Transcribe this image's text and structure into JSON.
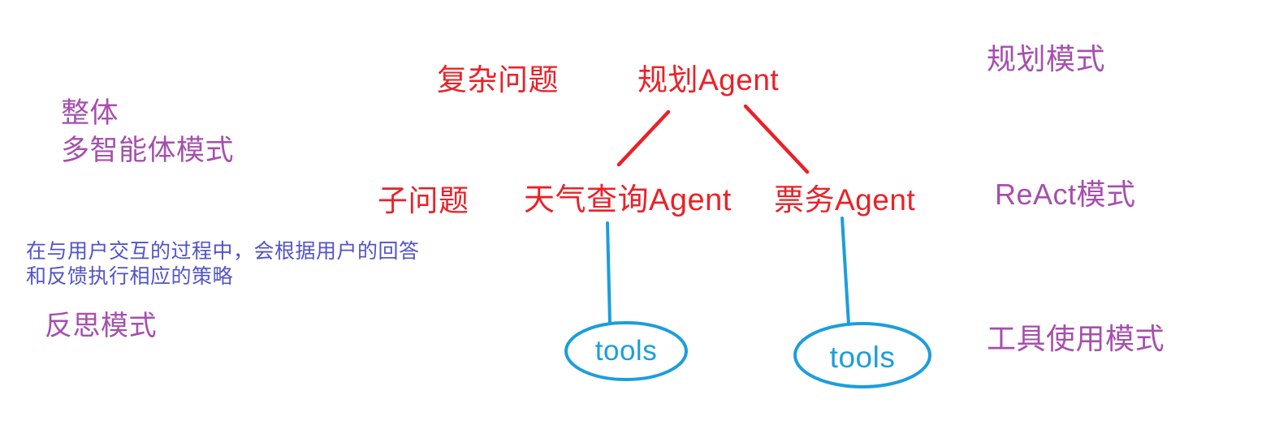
{
  "colors": {
    "red": "#ea2128",
    "purple": "#a64fae",
    "indigo": "#5254c8",
    "blue": "#1b9edc",
    "background": "#ffffff"
  },
  "tree": {
    "complex_problem": "复杂问题",
    "planning_agent": "规划Agent",
    "sub_problem": "子问题",
    "weather_agent": "天气查询Agent",
    "ticket_agent": "票务Agent",
    "tools_left": "tools",
    "tools_right": "tools"
  },
  "annotations": {
    "planning_mode": "规划模式",
    "overall_line1": "整体",
    "overall_line2": "多智能体模式",
    "react_mode": "ReAct模式",
    "note_line1": "在与用户交互的过程中，会根据用户的回答",
    "note_line2": "和反馈执行相应的策略",
    "reflection_mode": "反思模式",
    "tool_use_mode": "工具使用模式"
  }
}
